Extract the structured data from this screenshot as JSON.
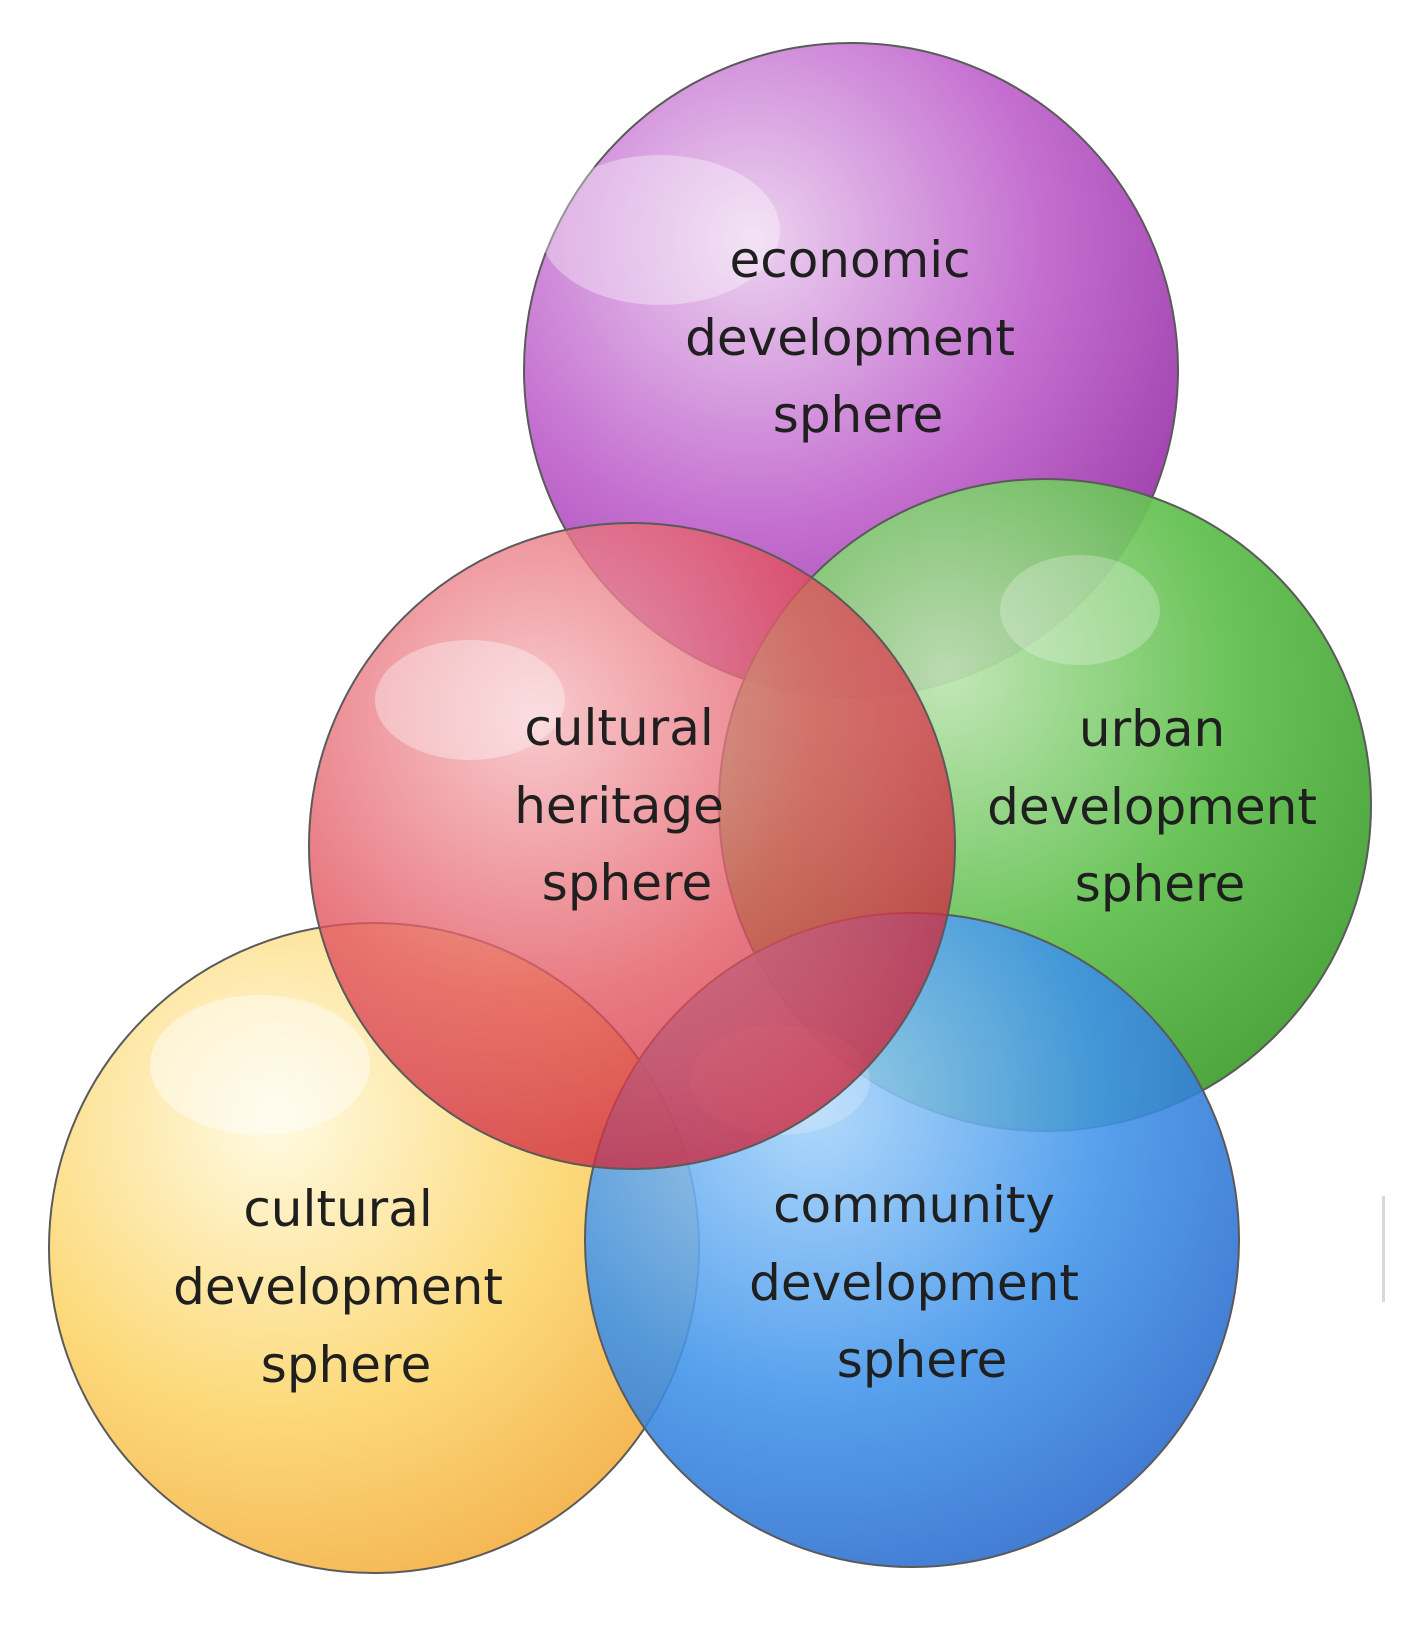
{
  "spheres": [
    {
      "id": "economic",
      "lines": [
        "economic",
        "development",
        "sphere"
      ],
      "color": "#c46fd0",
      "light": "#ecd2f0",
      "dark": "#9a3aa8"
    },
    {
      "id": "urban",
      "lines": [
        "urban",
        "development",
        "sphere"
      ],
      "color": "#5fbf4c",
      "light": "#bde5b1",
      "dark": "#3b9a2b"
    },
    {
      "id": "community",
      "lines": [
        "community",
        "development",
        "sphere"
      ],
      "color": "#3f93ea",
      "light": "#a6d4fb",
      "dark": "#2463c8"
    },
    {
      "id": "cultural",
      "lines": [
        "cultural",
        "development",
        "sphere"
      ],
      "color": "#fcd66e",
      "light": "#fffae0",
      "dark": "#f2a93a"
    },
    {
      "id": "heritage",
      "lines": [
        "cultural",
        "heritage",
        "sphere"
      ],
      "color": "#e2535e",
      "light": "#f6bcc0",
      "dark": "#c81d37"
    }
  ]
}
